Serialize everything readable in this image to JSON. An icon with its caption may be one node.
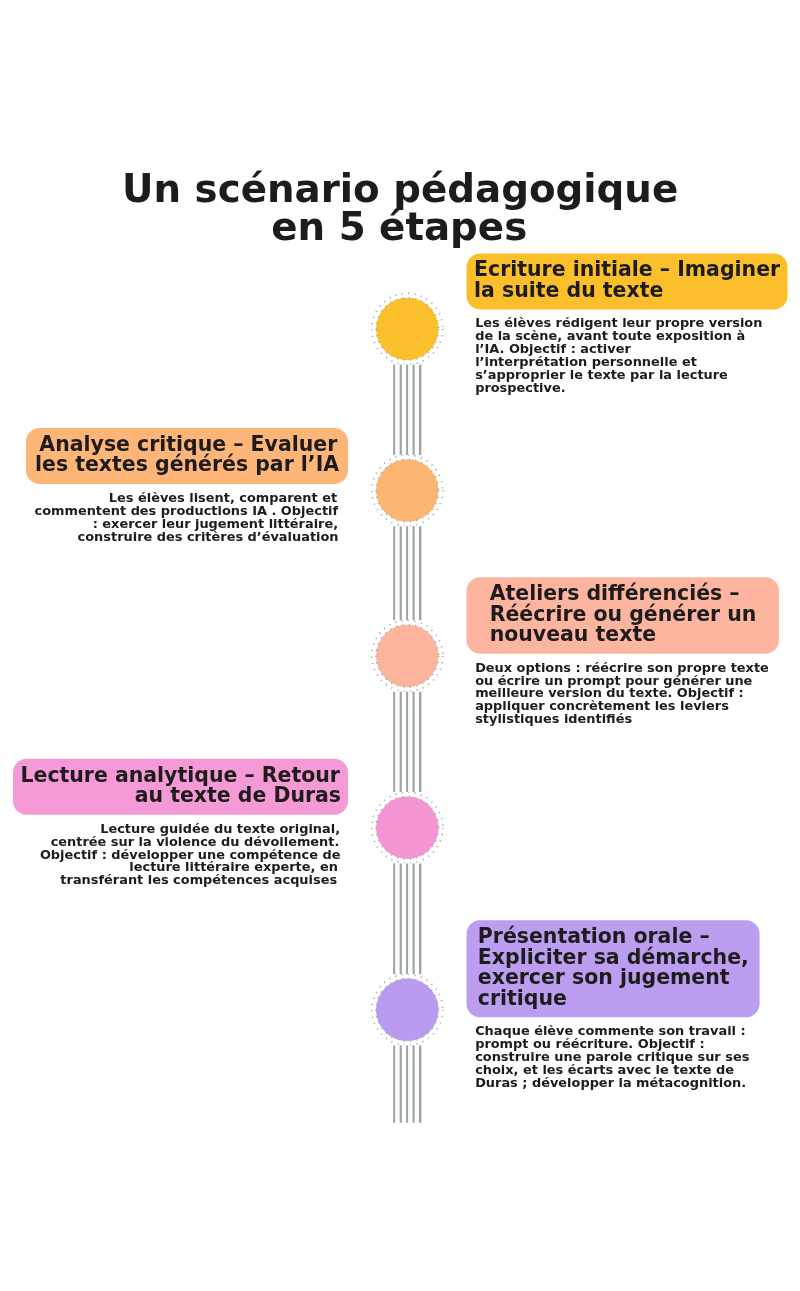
{
  "diagram": {
    "title": "Un scénario pédagogique en 5 étapes",
    "nodes": [
      {
        "text": [
          "Ecriture initiale – Imaginer la suite du texte"
        ],
        "beside": [
          "Les élèves rédigent leur propre version de la scène, avant toute exposition à l’IA. Objectif : activer l’interprétation personnelle et s’approprier le texte par la lecture prospective."
        ]
      },
      {
        "text": [],
        "shape": "circle"
      },
      {
        "text": [
          "Analyse critique – Evaluer les textes générés par l’IA"
        ],
        "beside": [
          "Les élèves lisent, comparent et commentent des productions IA . Objectif : exercer leur jugement littéraire, construire des critères d’évaluation"
        ]
      },
      {
        "text": [],
        "shape": "circle"
      },
      {
        "text": [
          "Ateliers différenciés – Réécrire ou générer un nouveau texte"
        ],
        "beside": [
          "Deux options : réécrire son propre texte ou écrire un prompt pour générer une meilleure version du texte. Objectif : appliquer concrètement les leviers stylistiques identifiés"
        ]
      },
      {
        "text": [],
        "shape": "circle"
      },
      {
        "text": [
          "Lecture analytique – Retour au texte de Duras"
        ],
        "beside": [
          "Lecture guidée du texte original, centrée sur la violence du dévoilement. Objectif : développer une compétence de lecture littéraire experte, en transférant les compétences acquises"
        ]
      },
      {
        "text": [],
        "shape": "circle"
      },
      {
        "text": [
          "Présentation orale – Expliciter sa démarche, exercer son jugement critique"
        ],
        "beside": [
          "Chaque élève commente son travail : prompt ou réécriture. Objectif : construire une parole critique sur ses choix, et les écarts avec le texte de Duras ; développer la métacognition."
        ]
      },
      {
        "text": [],
        "shape": "circle"
      }
    ],
    "edges": [
      {
        "from": 1,
        "to": 3,
        "arrow": "none"
      },
      {
        "from": 3,
        "to": 5,
        "arrow": "none"
      },
      {
        "from": 5,
        "to": 7,
        "arrow": "none"
      },
      {
        "from": 7,
        "to": 9,
        "arrow": "none"
      },
      {
        "from": 9,
        "to": null,
        "arrow": "none"
      }
    ]
  }
}
